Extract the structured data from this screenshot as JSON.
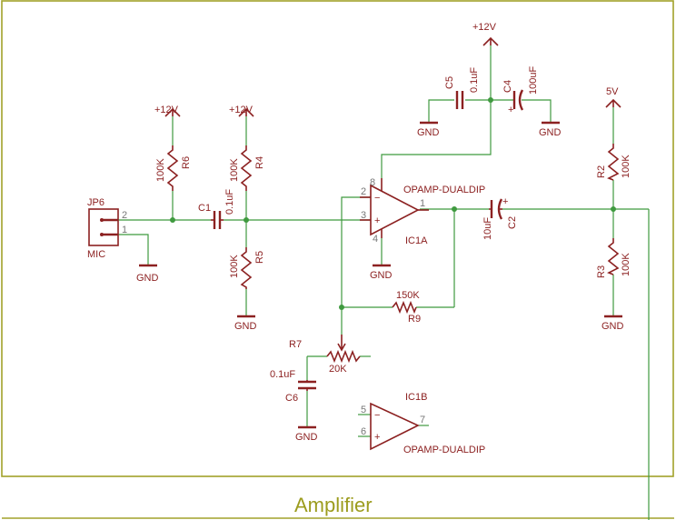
{
  "sheet": {
    "title": "Amplifier",
    "frame_color": "#a2a22a",
    "wire_color": "#3f9a3f",
    "part_color": "#8c2121"
  },
  "supplies": {
    "top_12v": "+12V",
    "r6_12v": "+12V",
    "r4_12v": "+12V",
    "r2_5v": "5V"
  },
  "grounds": {
    "c5": "GND",
    "c4": "GND",
    "mic": "GND",
    "r5": "GND",
    "opamp": "GND",
    "r3": "GND",
    "c6": "GND"
  },
  "parts": {
    "jp6": {
      "name": "JP6",
      "value": "MIC",
      "pin2": "2",
      "pin1": "1"
    },
    "r6": {
      "name": "R6",
      "value": "100K"
    },
    "r4": {
      "name": "R4",
      "value": "100K"
    },
    "r5": {
      "name": "R5",
      "value": "100K"
    },
    "c1": {
      "name": "C1",
      "value": "0.1uF"
    },
    "c5": {
      "name": "C5",
      "value": "0.1uF"
    },
    "c4": {
      "name": "C4",
      "value": "100uF"
    },
    "c2": {
      "name": "C2",
      "value": "10uF"
    },
    "r2": {
      "name": "R2",
      "value": "100K"
    },
    "r3": {
      "name": "R3",
      "value": "100K"
    },
    "r9": {
      "name": "R9",
      "value": "150K"
    },
    "r7": {
      "name": "R7",
      "value": "20K"
    },
    "c6": {
      "name": "C6",
      "value": "0.1uF"
    },
    "ic1a": {
      "name": "IC1A",
      "value": "OPAMP-DUALDIP",
      "pin2": "2",
      "pin3": "3",
      "pin1": "1",
      "pin8": "8",
      "pin4": "4"
    },
    "ic1b": {
      "name": "IC1B",
      "value": "OPAMP-DUALDIP",
      "pin5": "5",
      "pin6": "6",
      "pin7": "7"
    }
  }
}
